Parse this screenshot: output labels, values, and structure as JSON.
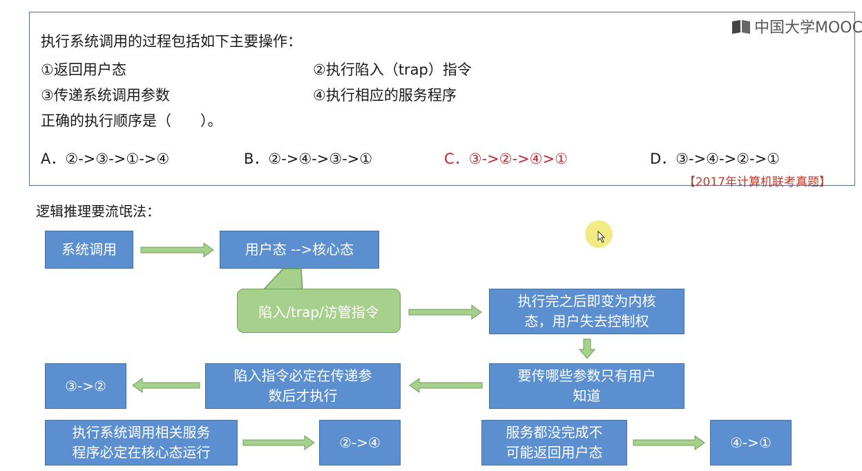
{
  "watermark": {
    "text": "中国大学MOOC"
  },
  "question": {
    "stem": "执行系统调用的过程包括如下主要操作：",
    "items": [
      "①返回用户态",
      "②执行陷入（trap）指令",
      "③传递系统调用参数",
      "④执行相应的服务程序"
    ],
    "prompt": "正确的执行顺序是（　　）。",
    "options": [
      {
        "label": "A．②->③->①->④",
        "correct": false
      },
      {
        "label": "B．②->④->③->①",
        "correct": false
      },
      {
        "label": "C．③->②->④>①",
        "correct": true
      },
      {
        "label": "D．③->④->②->①",
        "correct": false
      }
    ],
    "source": "【2017年计算机联考真题】",
    "correct_color": "#c0272d"
  },
  "reasoning": {
    "title": "逻辑推理要流氓法：",
    "boxes": {
      "syscall": "系统调用",
      "user_to_kernel": "用户态 -->核心态",
      "trap_callout": "陷入/trap/访管指令",
      "after_exec": "执行完之后即变为内核\n态，用户失去控制权",
      "params_user": "要传哪些参数只有用户\n知道",
      "trap_after_params": "陷入指令必定在传递参\n数后才执行",
      "order_32": "③->②",
      "service_kernel": "执行系统调用相关服务\n程序必定在核心态运行",
      "order_24": "②->④",
      "service_not_done": "服务都没完成不\n可能返回用户态",
      "order_41": "④->①"
    },
    "colors": {
      "box": "#5b8fd0",
      "callout": "#a7d08c",
      "arrow": "#a7d08c"
    }
  }
}
